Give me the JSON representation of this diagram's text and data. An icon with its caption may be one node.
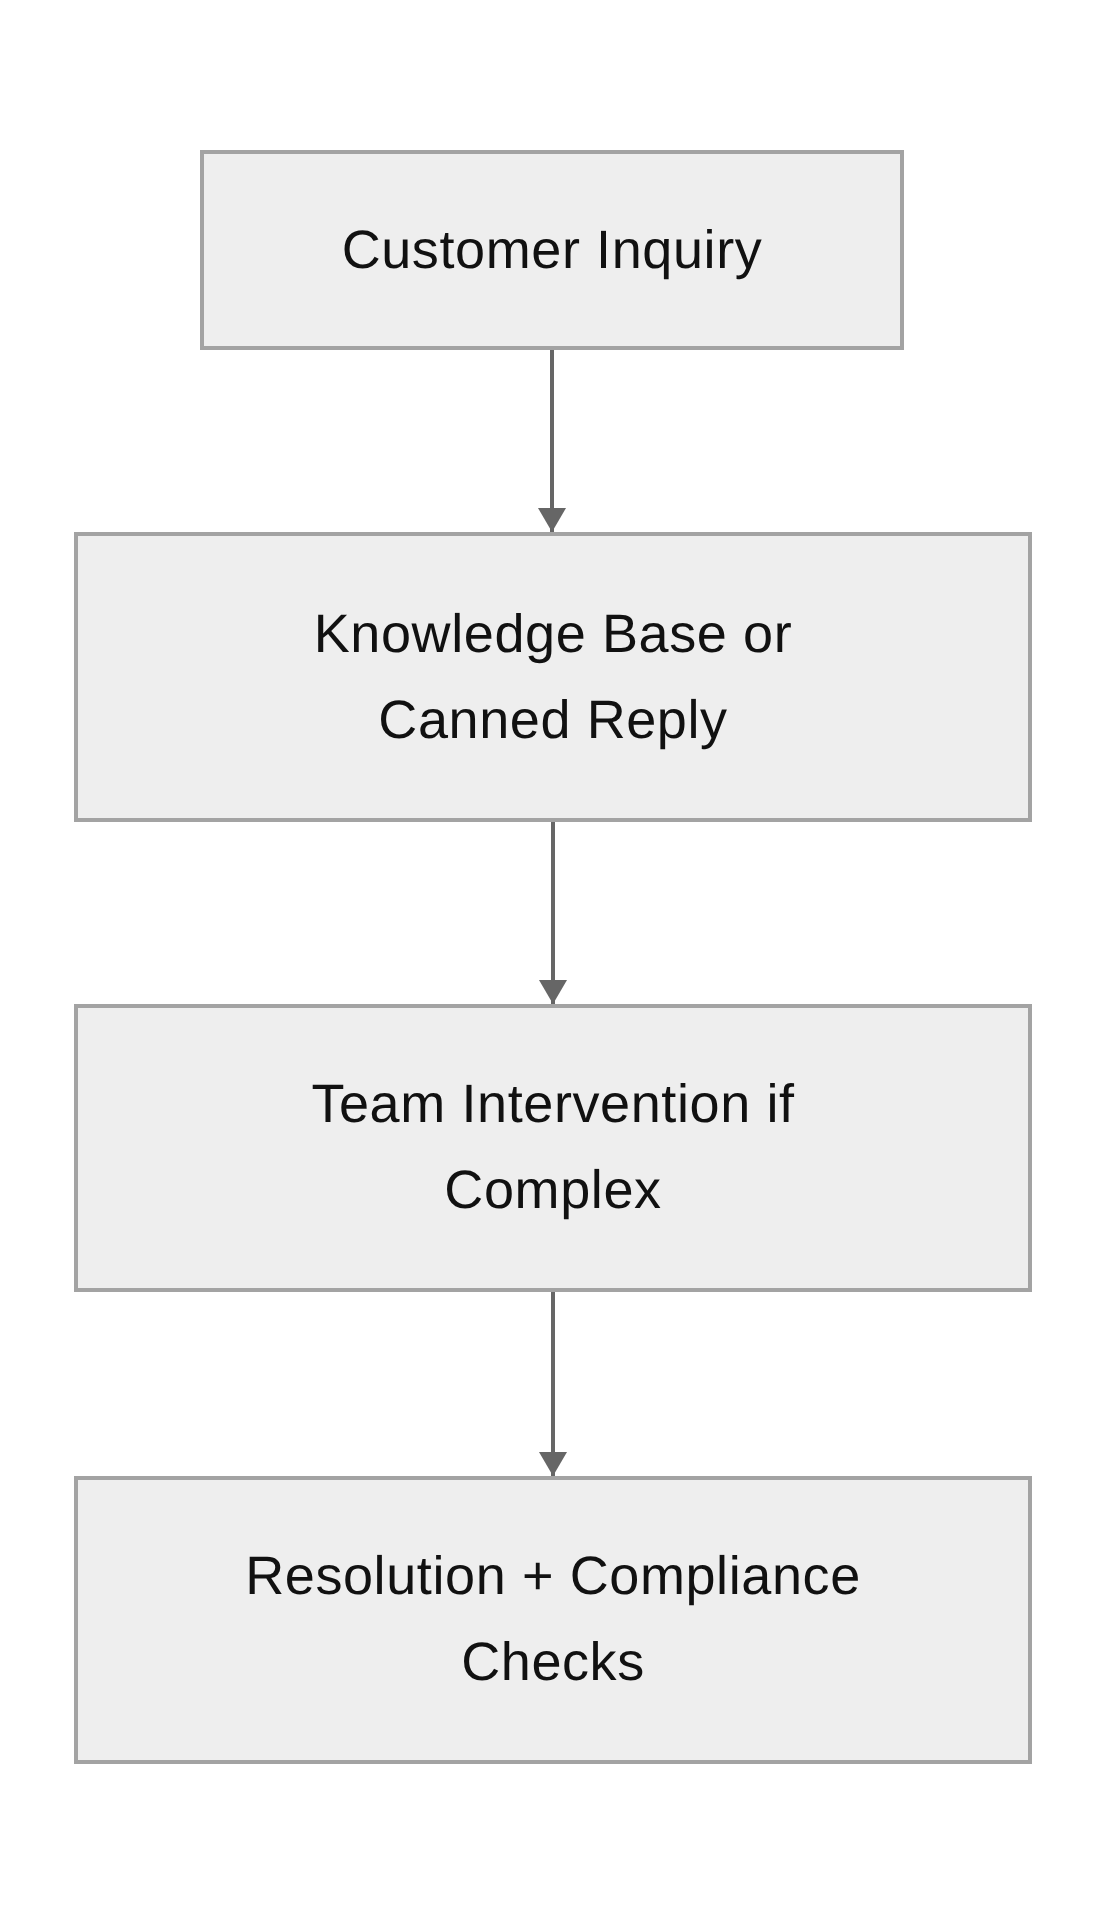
{
  "diagram": {
    "nodes": [
      {
        "text": [
          "Customer Inquiry"
        ]
      },
      {
        "text": [
          "Knowledge Base or Canned Reply"
        ]
      },
      {
        "text": [
          "Team Intervention if Complex"
        ]
      },
      {
        "text": [
          "Resolution + Compliance Checks"
        ]
      }
    ],
    "edges": [
      {
        "from": 0,
        "to": 1,
        "arrow": "to"
      },
      {
        "from": 1,
        "to": 2,
        "arrow": "to"
      },
      {
        "from": 2,
        "to": 3,
        "arrow": "to"
      }
    ]
  }
}
